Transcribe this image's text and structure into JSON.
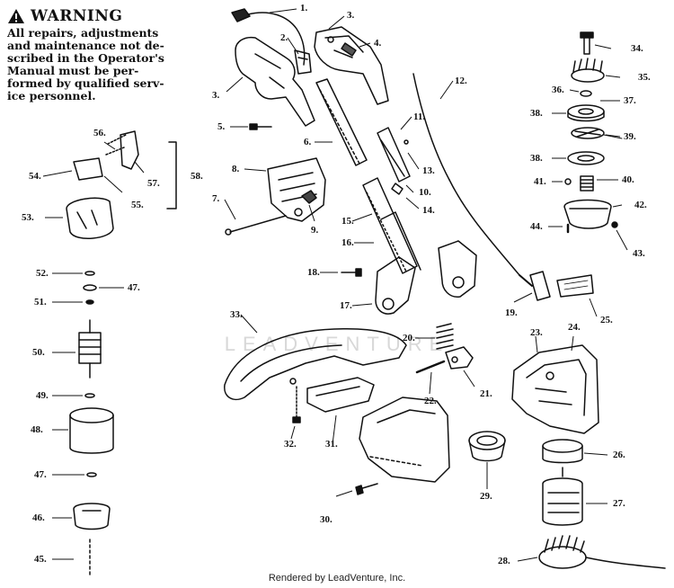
{
  "warning": {
    "title": "WARNING",
    "lines": [
      "All repairs, adjustments",
      "and maintenance not de-",
      "scribed in the Operator's",
      "Manual must be per-",
      "formed by qualified serv-",
      "ice personnel."
    ]
  },
  "callouts": [
    {
      "id": "1",
      "text": "1."
    },
    {
      "id": "2",
      "text": "2."
    },
    {
      "id": "3a",
      "text": "3."
    },
    {
      "id": "3b",
      "text": "3."
    },
    {
      "id": "4",
      "text": "4."
    },
    {
      "id": "5",
      "text": "5."
    },
    {
      "id": "6",
      "text": "6."
    },
    {
      "id": "7",
      "text": "7."
    },
    {
      "id": "8",
      "text": "8."
    },
    {
      "id": "9",
      "text": "9."
    },
    {
      "id": "10",
      "text": "10."
    },
    {
      "id": "11",
      "text": "11."
    },
    {
      "id": "12",
      "text": "12."
    },
    {
      "id": "13",
      "text": "13."
    },
    {
      "id": "14",
      "text": "14."
    },
    {
      "id": "15",
      "text": "15."
    },
    {
      "id": "16",
      "text": "16."
    },
    {
      "id": "17",
      "text": "17."
    },
    {
      "id": "18",
      "text": "18."
    },
    {
      "id": "19",
      "text": "19."
    },
    {
      "id": "20",
      "text": "20."
    },
    {
      "id": "21",
      "text": "21."
    },
    {
      "id": "22",
      "text": "22."
    },
    {
      "id": "23",
      "text": "23."
    },
    {
      "id": "24",
      "text": "24."
    },
    {
      "id": "25",
      "text": "25."
    },
    {
      "id": "26",
      "text": "26."
    },
    {
      "id": "27",
      "text": "27."
    },
    {
      "id": "28",
      "text": "28."
    },
    {
      "id": "29",
      "text": "29."
    },
    {
      "id": "30",
      "text": "30."
    },
    {
      "id": "31",
      "text": "31."
    },
    {
      "id": "32",
      "text": "32."
    },
    {
      "id": "33",
      "text": "33."
    },
    {
      "id": "34",
      "text": "34."
    },
    {
      "id": "35",
      "text": "35."
    },
    {
      "id": "36",
      "text": "36."
    },
    {
      "id": "37",
      "text": "37."
    },
    {
      "id": "38a",
      "text": "38."
    },
    {
      "id": "38b",
      "text": "38."
    },
    {
      "id": "39",
      "text": "39."
    },
    {
      "id": "40",
      "text": "40."
    },
    {
      "id": "41",
      "text": "41."
    },
    {
      "id": "42",
      "text": "42."
    },
    {
      "id": "43",
      "text": "43."
    },
    {
      "id": "44",
      "text": "44."
    },
    {
      "id": "45",
      "text": "45."
    },
    {
      "id": "46",
      "text": "46."
    },
    {
      "id": "47a",
      "text": "47."
    },
    {
      "id": "47b",
      "text": "47."
    },
    {
      "id": "48",
      "text": "48."
    },
    {
      "id": "49",
      "text": "49."
    },
    {
      "id": "50",
      "text": "50."
    },
    {
      "id": "51",
      "text": "51."
    },
    {
      "id": "52",
      "text": "52."
    },
    {
      "id": "53",
      "text": "53."
    },
    {
      "id": "54",
      "text": "54."
    },
    {
      "id": "55",
      "text": "55."
    },
    {
      "id": "56",
      "text": "56."
    },
    {
      "id": "57",
      "text": "57."
    },
    {
      "id": "58",
      "text": "58."
    }
  ],
  "watermark": "LEADVENTURE",
  "footer": "Rendered by LeadVenture, Inc."
}
